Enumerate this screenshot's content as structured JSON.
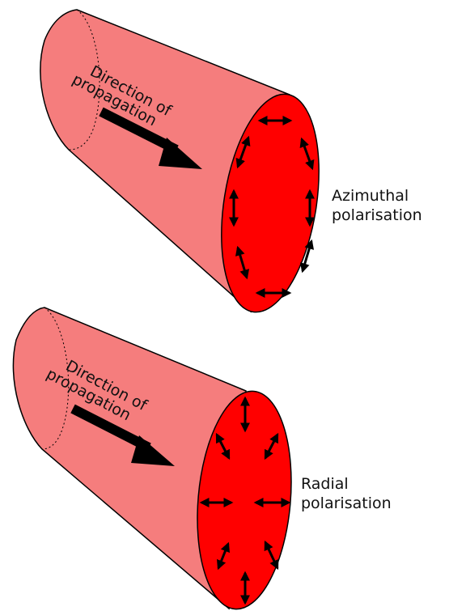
{
  "diagrams": [
    {
      "id": "azimuthal",
      "direction_text": [
        "Direction of",
        "propagation"
      ],
      "mode_label": [
        "Azimuthal",
        "polarisation"
      ]
    },
    {
      "id": "radial",
      "direction_text": [
        "Direction of",
        "propagation"
      ],
      "mode_label": [
        "Radial",
        "polarisation"
      ]
    }
  ],
  "colors": {
    "beam_body": "#f57d7d",
    "beam_face": "#ff0000",
    "outline": "#000000",
    "arrow": "#000000"
  }
}
